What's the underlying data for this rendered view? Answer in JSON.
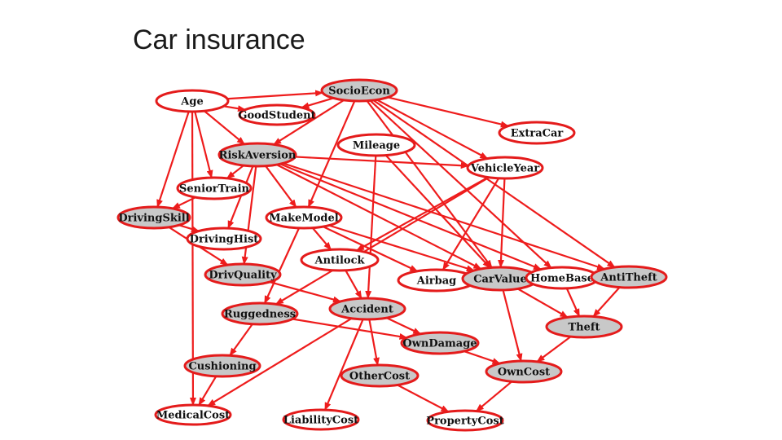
{
  "title": "Car insurance",
  "colors": {
    "edge": "#ee1c1c",
    "node_stroke": "#e41b1b",
    "shaded_fill": "#c8c8c8",
    "plain_fill": "#ffffff"
  },
  "nodes": [
    {
      "id": "socioecon",
      "label": "SocioEcon",
      "shaded": true
    },
    {
      "id": "age",
      "label": "Age",
      "shaded": false
    },
    {
      "id": "goodstudent",
      "label": "GoodStudent",
      "shaded": false
    },
    {
      "id": "extracar",
      "label": "ExtraCar",
      "shaded": false
    },
    {
      "id": "mileage",
      "label": "Mileage",
      "shaded": false
    },
    {
      "id": "riskaversion",
      "label": "RiskAversion",
      "shaded": true
    },
    {
      "id": "vehicleyear",
      "label": "VehicleYear",
      "shaded": false
    },
    {
      "id": "seniortrain",
      "label": "SeniorTrain",
      "shaded": false
    },
    {
      "id": "drivingskill",
      "label": "DrivingSkill",
      "shaded": true
    },
    {
      "id": "makemodel",
      "label": "MakeModel",
      "shaded": false
    },
    {
      "id": "drivinghist",
      "label": "DrivingHist",
      "shaded": false
    },
    {
      "id": "antilock",
      "label": "Antilock",
      "shaded": false
    },
    {
      "id": "drivquality",
      "label": "DrivQuality",
      "shaded": true
    },
    {
      "id": "airbag",
      "label": "Airbag",
      "shaded": false
    },
    {
      "id": "carvalue",
      "label": "CarValue",
      "shaded": true
    },
    {
      "id": "homebase",
      "label": "HomeBase",
      "shaded": false
    },
    {
      "id": "antitheft",
      "label": "AntiTheft",
      "shaded": true
    },
    {
      "id": "ruggedness",
      "label": "Ruggedness",
      "shaded": true
    },
    {
      "id": "accident",
      "label": "Accident",
      "shaded": true
    },
    {
      "id": "theft",
      "label": "Theft",
      "shaded": true
    },
    {
      "id": "owndamage",
      "label": "OwnDamage",
      "shaded": true
    },
    {
      "id": "cushioning",
      "label": "Cushioning",
      "shaded": true
    },
    {
      "id": "othercost",
      "label": "OtherCost",
      "shaded": true
    },
    {
      "id": "owncost",
      "label": "OwnCost",
      "shaded": true
    },
    {
      "id": "medicalcost",
      "label": "MedicalCost",
      "shaded": false
    },
    {
      "id": "liabilitycost",
      "label": "LiabilityCost",
      "shaded": false
    },
    {
      "id": "propertycost",
      "label": "PropertyCost",
      "shaded": false
    }
  ],
  "edges": [
    [
      "socioecon",
      "goodstudent"
    ],
    [
      "socioecon",
      "riskaversion"
    ],
    [
      "socioecon",
      "extracar"
    ],
    [
      "socioecon",
      "vehicleyear"
    ],
    [
      "socioecon",
      "makemodel"
    ],
    [
      "socioecon",
      "homebase"
    ],
    [
      "socioecon",
      "antitheft"
    ],
    [
      "socioecon",
      "carvalue"
    ],
    [
      "age",
      "socioecon"
    ],
    [
      "age",
      "goodstudent"
    ],
    [
      "age",
      "riskaversion"
    ],
    [
      "age",
      "seniortrain"
    ],
    [
      "age",
      "drivingskill"
    ],
    [
      "age",
      "medicalcost"
    ],
    [
      "riskaversion",
      "seniortrain"
    ],
    [
      "riskaversion",
      "drivinghist"
    ],
    [
      "riskaversion",
      "drivquality"
    ],
    [
      "riskaversion",
      "makemodel"
    ],
    [
      "riskaversion",
      "vehicleyear"
    ],
    [
      "riskaversion",
      "homebase"
    ],
    [
      "riskaversion",
      "antitheft"
    ],
    [
      "riskaversion",
      "carvalue"
    ],
    [
      "seniortrain",
      "drivingskill"
    ],
    [
      "drivingskill",
      "drivinghist"
    ],
    [
      "drivingskill",
      "drivquality"
    ],
    [
      "mileage",
      "accident"
    ],
    [
      "mileage",
      "carvalue"
    ],
    [
      "vehicleyear",
      "antilock"
    ],
    [
      "vehicleyear",
      "airbag"
    ],
    [
      "vehicleyear",
      "carvalue"
    ],
    [
      "vehicleyear",
      "ruggedness"
    ],
    [
      "makemodel",
      "antilock"
    ],
    [
      "makemodel",
      "airbag"
    ],
    [
      "makemodel",
      "carvalue"
    ],
    [
      "makemodel",
      "ruggedness"
    ],
    [
      "antilock",
      "accident"
    ],
    [
      "drivquality",
      "accident"
    ],
    [
      "carvalue",
      "theft"
    ],
    [
      "carvalue",
      "owncost"
    ],
    [
      "homebase",
      "theft"
    ],
    [
      "antitheft",
      "theft"
    ],
    [
      "theft",
      "owncost"
    ],
    [
      "accident",
      "owndamage"
    ],
    [
      "accident",
      "othercost"
    ],
    [
      "accident",
      "medicalcost"
    ],
    [
      "accident",
      "liabilitycost"
    ],
    [
      "ruggedness",
      "cushioning"
    ],
    [
      "ruggedness",
      "owndamage"
    ],
    [
      "owndamage",
      "owncost"
    ],
    [
      "cushioning",
      "medicalcost"
    ],
    [
      "othercost",
      "propertycost"
    ],
    [
      "owncost",
      "propertycost"
    ]
  ]
}
